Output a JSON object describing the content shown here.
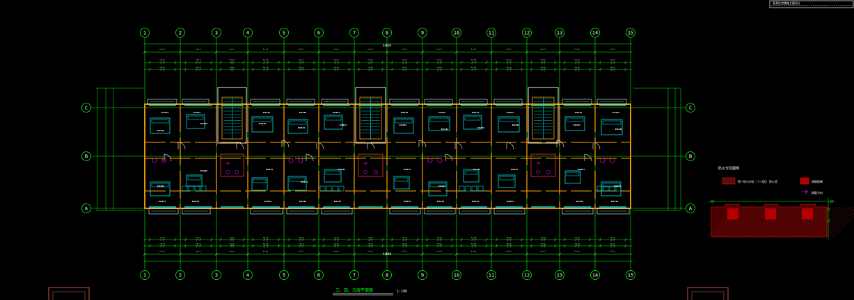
{
  "drawing": {
    "column_axes": [
      "1",
      "2",
      "3",
      "4",
      "5",
      "6",
      "7",
      "8",
      "9",
      "10",
      "11",
      "12",
      "13",
      "14",
      "15"
    ],
    "row_axes": [
      "C",
      "B",
      "A"
    ],
    "overall_dimension": "44640",
    "title": "三、四、五层平面图",
    "scale": "1:100",
    "title_block_text": "某某住宅楼施工图设计"
  },
  "legend": {
    "heading": "防火分区图例",
    "items": [
      {
        "label": "第一防火分区 (1-3层) 防火墙"
      },
      {
        "label": "疏散楼梯"
      },
      {
        "label": "疏散方向"
      }
    ]
  },
  "colors": {
    "background": "#000000",
    "axis": "#00ff00",
    "wall": "#ffa500",
    "detail": "#00ffff",
    "text": "#ffffff",
    "red": "#ff0000",
    "magenta": "#ff00ff"
  }
}
